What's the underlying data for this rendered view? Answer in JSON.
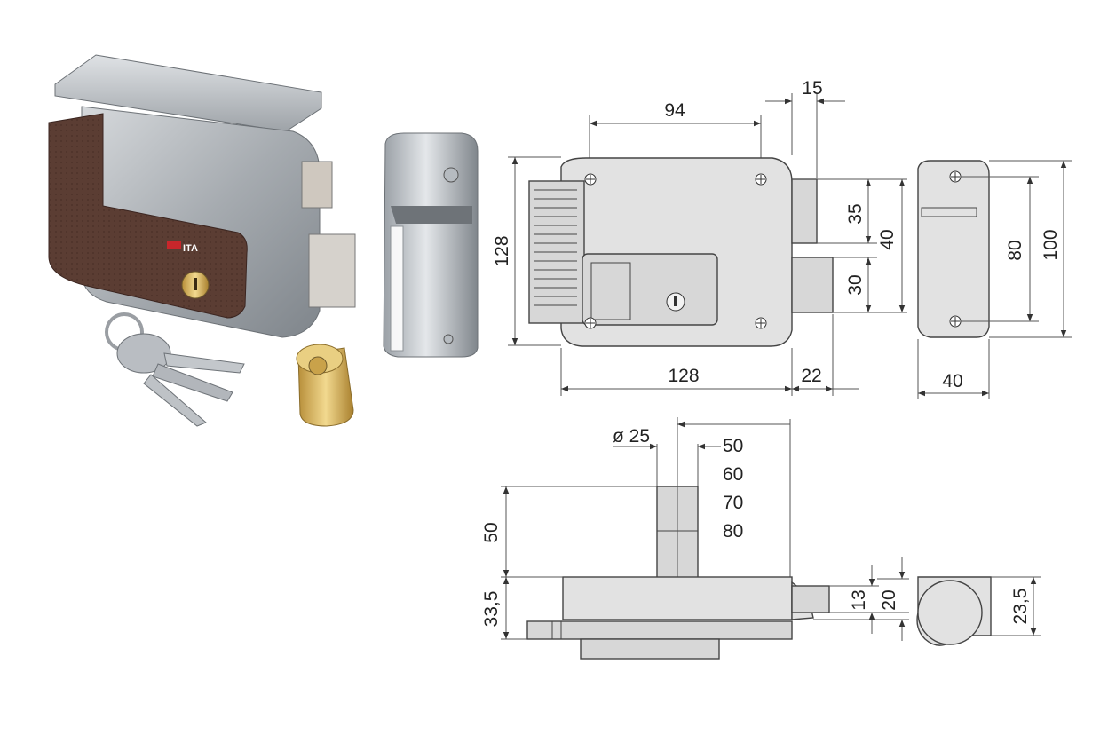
{
  "product": {
    "brand_label": "ITA",
    "colors": {
      "housing": "#a9adb1",
      "cover": "#5b3d33",
      "brass": "#d9b45c",
      "metal": "#c8ccd0"
    }
  },
  "front_view": {
    "width_94": "94",
    "bolt_15": "15",
    "height_128": "128",
    "latch_35": "35",
    "latch_40": "40",
    "bolt_30": "30",
    "width_128": "128",
    "bolt_22": "22"
  },
  "side_view": {
    "height_100": "100",
    "holes_80": "80",
    "depth_40": "40"
  },
  "bottom_view": {
    "cyl_dia": "ø 25",
    "cyl_lengths": [
      "50",
      "60",
      "70",
      "80"
    ],
    "projection_50": "50",
    "depth_33_5": "33,5",
    "latch_13": "13",
    "latch_20": "20",
    "keeper_23_5": "23,5"
  }
}
